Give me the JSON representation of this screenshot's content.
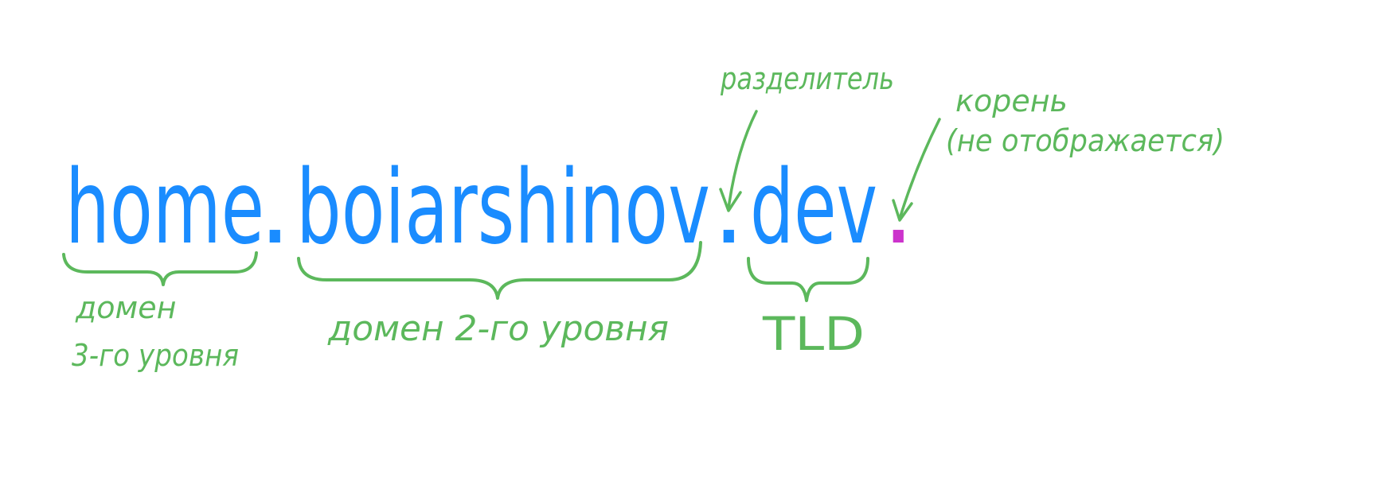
{
  "colors": {
    "background": "#ffffff",
    "domain": "#1a8cff",
    "annotation": "#5cb85c",
    "root_dot": "#cc33cc"
  },
  "domain": {
    "third_level": "home",
    "dot_1": ".",
    "second_level": "boiarshinov",
    "dot_2": ".",
    "tld": "dev",
    "root": "."
  },
  "annotations": {
    "third_level_line1": "домен",
    "third_level_line2": "3-го уровня",
    "second_level": "домен 2-го уровня",
    "tld": "TLD",
    "separator": "разделитель",
    "root_line1": "корень",
    "root_line2": "(не отображается)"
  }
}
